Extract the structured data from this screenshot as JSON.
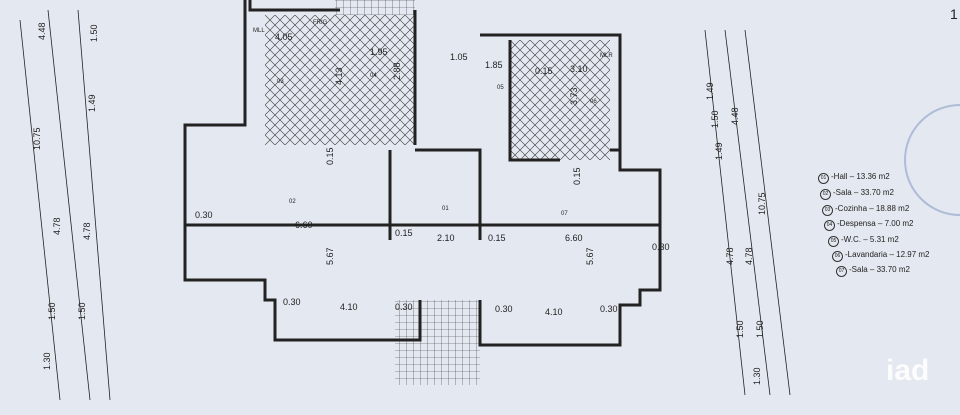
{
  "page_number": "1",
  "left_dimensions": [
    "4.48",
    "1.50",
    "1.49",
    "10.75",
    "4.78",
    "4.78",
    "1.50",
    "1.50",
    "1.30"
  ],
  "right_dimensions": [
    "1.49",
    "1.50",
    "4.48",
    "1.49",
    "10.75",
    "4.78",
    "4.78",
    "1.50",
    "1.50",
    "1.30"
  ],
  "plan_dimensions": {
    "top": [
      "4.05",
      "1.95",
      "1.05",
      "1.85",
      "0.15",
      "3.10"
    ],
    "vertical": [
      "4.13",
      "2.88",
      "3.73",
      "0.15",
      "0.15",
      "5.67",
      "5.67"
    ],
    "middle": [
      "0.30",
      "6.60",
      "0.15",
      "2.10",
      "0.15",
      "6.60",
      "0.30"
    ],
    "bottom": [
      "0.30",
      "4.10",
      "0.30",
      "0.30",
      "4.10",
      "0.30"
    ]
  },
  "room_tags": [
    "01",
    "02",
    "03",
    "04",
    "05",
    "06",
    "07"
  ],
  "fixture_labels": [
    "FRIG",
    "MLL",
    "MLR"
  ],
  "legend": [
    {
      "n": "01",
      "text": "-Hall  –  13.36  m2"
    },
    {
      "n": "02",
      "text": "-Sala  –  33.70  m2"
    },
    {
      "n": "03",
      "text": "-Cozinha  –  18.88  m2"
    },
    {
      "n": "04",
      "text": "-Despensa  –  7.00  m2"
    },
    {
      "n": "05",
      "text": "-W.C.  –  5.31  m2"
    },
    {
      "n": "06",
      "text": "-Lavandaria  –  12.97  m2"
    },
    {
      "n": "07",
      "text": "-Sala  –  33.70  m2"
    }
  ],
  "logo": "iad",
  "colors": {
    "paper": "#e4e8f0",
    "ink": "#222222",
    "stamp": "#7a8fc0"
  }
}
